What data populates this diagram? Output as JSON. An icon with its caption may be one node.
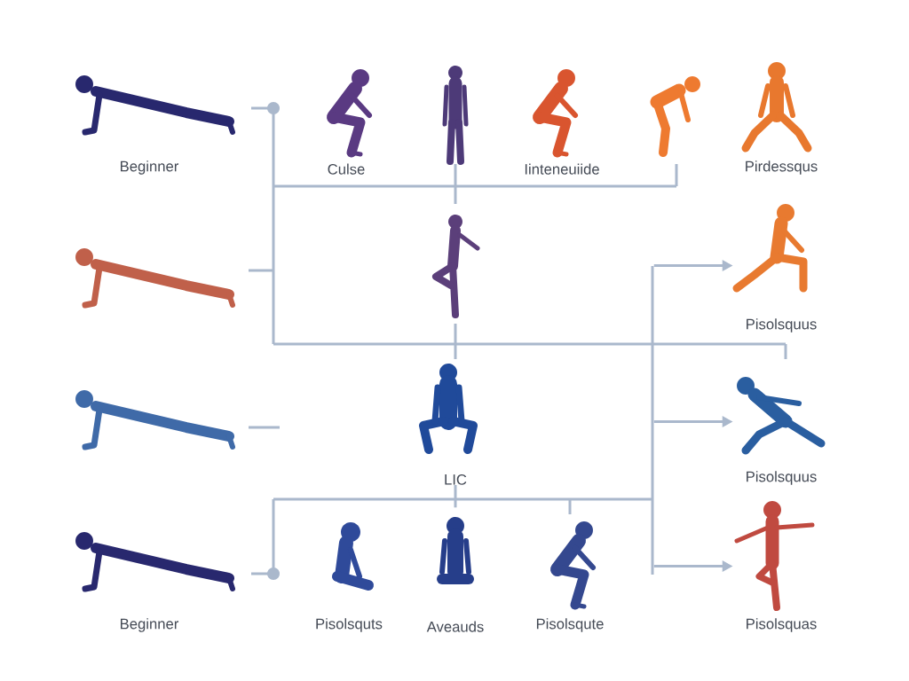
{
  "diagram": {
    "nodes": [
      {
        "text": [
          "Beginner"
        ]
      },
      {
        "text": [
          "Culse"
        ]
      },
      {
        "text": [],
        "shape": "person"
      },
      {
        "text": [
          "Iinteneuiide"
        ]
      },
      {
        "text": [],
        "shape": "person"
      },
      {
        "text": [
          "Pirdessqus"
        ]
      },
      {
        "text": [],
        "shape": "person"
      },
      {
        "text": [],
        "shape": "person"
      },
      {
        "text": [
          "Pisolsquus"
        ]
      },
      {
        "text": [],
        "shape": "person"
      },
      {
        "text": [
          "LIC"
        ]
      },
      {
        "text": [
          "Pisolsquus"
        ]
      },
      {
        "text": [
          "Beginner"
        ]
      },
      {
        "text": [
          "Pisolsquts"
        ]
      },
      {
        "text": [
          "Aveauds"
        ]
      },
      {
        "text": [
          "Pisolsqute"
        ]
      },
      {
        "text": [
          "Pisolsquas"
        ]
      }
    ],
    "edges": [
      {
        "from": null,
        "to": 8,
        "arrow": "to"
      },
      {
        "from": null,
        "to": 11,
        "arrow": "to"
      },
      {
        "from": null,
        "to": 16,
        "arrow": "to"
      },
      {
        "from": 10,
        "to": 14,
        "arrow": "none"
      }
    ]
  }
}
